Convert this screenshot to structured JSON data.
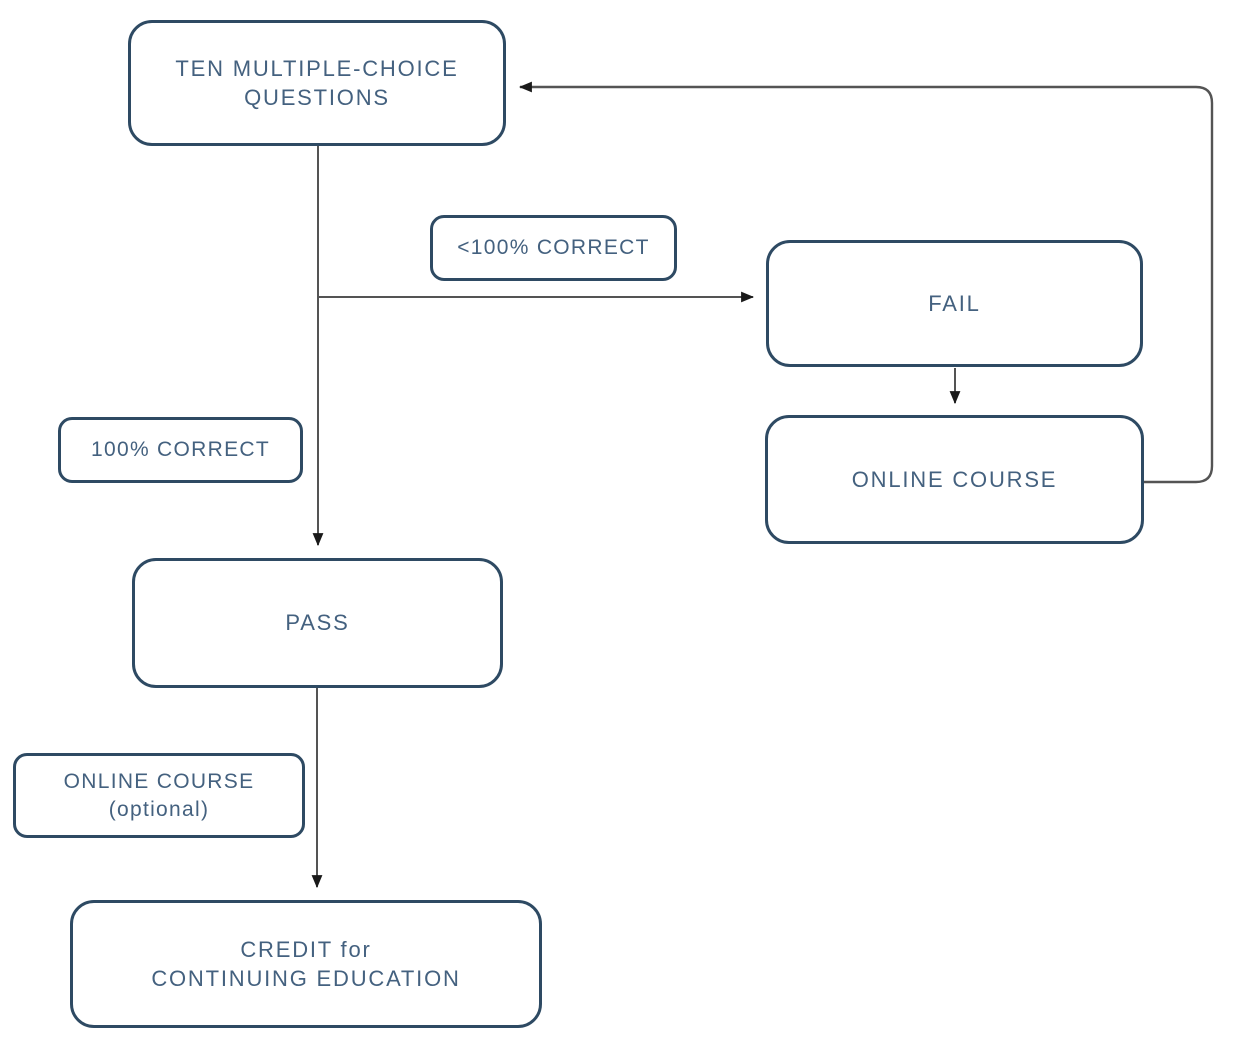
{
  "diagram": {
    "title": "continuing education quiz flowchart",
    "nodes": {
      "questions": {
        "label": "TEN MULTIPLE-CHOICE\nQUESTIONS"
      },
      "fail": {
        "label": "FAIL"
      },
      "online_course": {
        "label": "ONLINE COURSE"
      },
      "pass": {
        "label": "PASS"
      },
      "credit": {
        "label": "CREDIT for\nCONTINUING EDUCATION"
      }
    },
    "condition_labels": {
      "less_than_100": {
        "label": "<100% CORRECT"
      },
      "exactly_100": {
        "label": "100% CORRECT"
      },
      "optional_course": {
        "label": "ONLINE COURSE\n(optional)"
      }
    },
    "edges": [
      {
        "from": "questions",
        "to": "fail",
        "label": "<100% CORRECT"
      },
      {
        "from": "questions",
        "to": "pass",
        "label": "100% CORRECT"
      },
      {
        "from": "fail",
        "to": "online_course",
        "label": ""
      },
      {
        "from": "online_course",
        "to": "questions",
        "label": ""
      },
      {
        "from": "pass",
        "to": "credit",
        "label": "ONLINE COURSE (optional)"
      }
    ],
    "colors": {
      "node_border": "#2e4a63",
      "node_text": "#44617f",
      "connector": "#545454",
      "arrowhead": "#1a1a1a",
      "background": "#ffffff"
    }
  }
}
